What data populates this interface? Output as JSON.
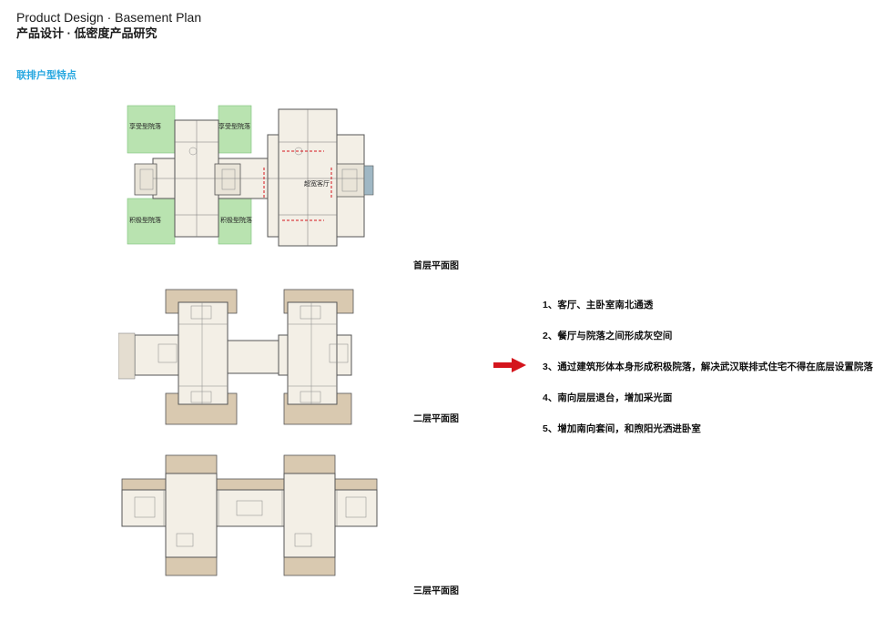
{
  "header": {
    "title_en": "Product Design · Basement Plan",
    "title_cn": "产品设计 · 低密度产品研究"
  },
  "section_title": "联排户型特点",
  "plans": [
    {
      "label": "首层平面图",
      "zones": [
        "享受型院落",
        "享受型院落",
        "积极型院落",
        "积极型院落",
        "超宽客厅"
      ]
    },
    {
      "label": "二层平面图"
    },
    {
      "label": "三层平面图"
    }
  ],
  "features": [
    "1、客厅、主卧室南北通透",
    "2、餐厅与院落之间形成灰空间",
    "3、通过建筑形体本身形成积极院落，解决武汉联排式住宅不得在底层设置院落",
    "4、南向层层退台，增加采光面",
    "5、增加南向套间，和煦阳光洒进卧室"
  ],
  "colors": {
    "accent_blue": "#29a8e0",
    "arrow_red": "#d4141c",
    "courtyard_green": "#b9e3b0",
    "floor_wood": "#d9c9b0"
  }
}
